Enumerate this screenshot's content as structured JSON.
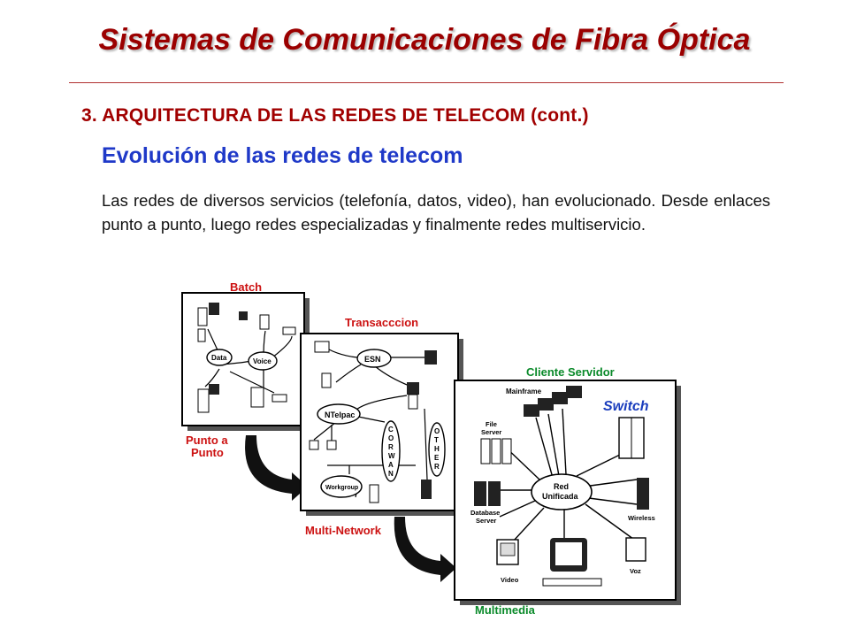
{
  "slide": {
    "title": "Sistemas de Comunicaciones de Fibra Óptica",
    "section_heading": "3. ARQUITECTURA DE LAS REDES DE TELECOM (cont.)",
    "subheading": "Evolución de las redes de telecom",
    "paragraph": "Las redes de diversos  servicios (telefonía, datos, video), han evolucionado. Desde enlaces punto a punto, luego redes especializadas y finalmente redes multiservicio."
  },
  "diagram": {
    "colors": {
      "red_label": "#cc1111",
      "green_label": "#0a8a2a",
      "blue_label": "#1a3dbd",
      "panel_border": "#000000"
    },
    "stage_labels": {
      "batch": "Batch",
      "transaccion": "Transacccion",
      "cliente_servidor": "Cliente Servidor",
      "punto_a_punto_line1": "Punto a",
      "punto_a_punto_line2": "Punto",
      "multi_network": "Multi-Network",
      "multimedia": "Multimedia",
      "switch": "Switch"
    },
    "panel1": {
      "data": "Data",
      "voice": "Voice"
    },
    "panel2": {
      "esn": "ESN",
      "ntelpac": "NTelpac",
      "workgroup": "Workgroup",
      "corwan": [
        "C",
        "O",
        "R",
        "W",
        "A",
        "N"
      ],
      "other": [
        "O",
        "T",
        "H",
        "E",
        "R"
      ]
    },
    "panel3": {
      "mainframe": "Mainframe",
      "file_server_line1": "File",
      "file_server_line2": "Server",
      "red_unificada_line1": "Red",
      "red_unificada_line2": "Unificada",
      "database_server_line1": "Database",
      "database_server_line2": "Server",
      "wireless": "Wireless",
      "video": "Video",
      "voz": "Voz"
    }
  }
}
